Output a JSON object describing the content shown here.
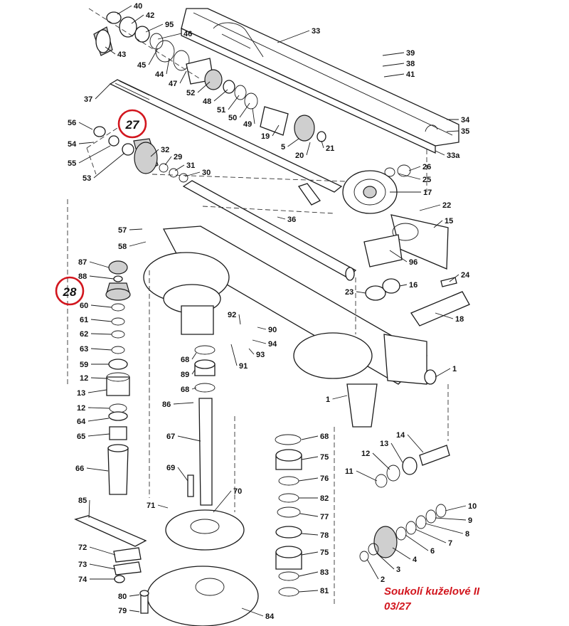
{
  "caption": {
    "line1": "Soukolí kuželové II",
    "line2": "03/27"
  },
  "highlights": [
    "27",
    "28"
  ],
  "part_numbers": [
    "1",
    "2",
    "3",
    "4",
    "5",
    "6",
    "7",
    "8",
    "9",
    "10",
    "11",
    "12",
    "13",
    "14",
    "15",
    "16",
    "17",
    "18",
    "19",
    "20",
    "21",
    "22",
    "23",
    "24",
    "25",
    "26",
    "29",
    "30",
    "31",
    "32",
    "33",
    "33a",
    "34",
    "35",
    "36",
    "37",
    "38",
    "39",
    "40",
    "41",
    "42",
    "43",
    "44",
    "45",
    "46",
    "47",
    "48",
    "49",
    "50",
    "51",
    "52",
    "53",
    "54",
    "55",
    "56",
    "57",
    "58",
    "59",
    "60",
    "61",
    "62",
    "63",
    "64",
    "65",
    "66",
    "67",
    "68",
    "69",
    "70",
    "71",
    "72",
    "73",
    "74",
    "75",
    "76",
    "77",
    "78",
    "79",
    "80",
    "81",
    "82",
    "83",
    "84",
    "85",
    "86",
    "87",
    "88",
    "89",
    "90",
    "91",
    "92",
    "93",
    "94",
    "95",
    "96"
  ]
}
